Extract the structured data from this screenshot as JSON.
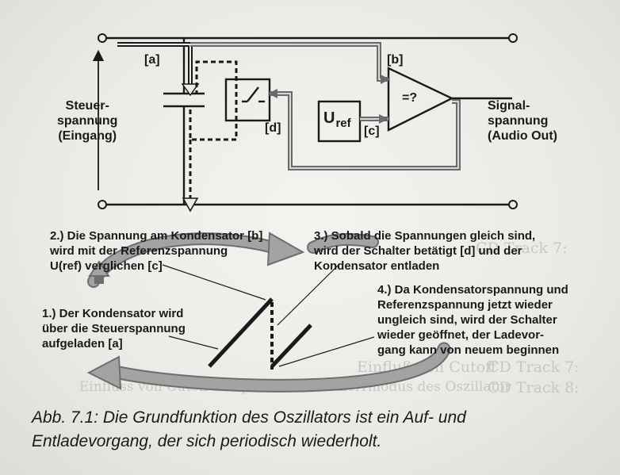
{
  "diagram": {
    "tags": {
      "a": "[a]",
      "b": "[b]",
      "c": "[c]",
      "d": "[d]"
    },
    "input_label": [
      "Steuer-",
      "spannung",
      "(Eingang)"
    ],
    "output_label": [
      "Signal-",
      "spannung",
      "(Audio Out)"
    ],
    "ref_main": "U",
    "ref_sub": "ref",
    "comparator": "=?"
  },
  "steps": {
    "s1": [
      "1.) Der Kondensator wird",
      "über die Steuerspannung",
      "aufgeladen [a]"
    ],
    "s2": [
      "2.) Die Spannung am Kondensator [b]",
      "wird mit der Referenzspannung",
      "U(ref) verglichen [c]"
    ],
    "s3": [
      "3.) Sobald die Spannungen gleich sind,",
      "wird der Schalter betätigt [d] und der",
      "Kondensator entladen"
    ],
    "s4": [
      "4.) Da Kondensatorspannung und",
      "Referenzspannung jetzt wieder",
      "ungleich sind, wird der Schalter",
      "wieder geöffnet, der Ladevor-",
      "gang kann von neuem beginnen"
    ]
  },
  "caption": [
    "Abb. 7.1: Die Grundfunktion des Oszillators ist ein Auf- und",
    "Entladevorgang, der sich periodisch wiederholt."
  ],
  "bleed": [
    "CD Track 7:",
    "CD Track 8:",
    "Einfluß von Cutoff",
    "Einfluss von Cutoff Frequenz auf den Zerrmodus des Oszillator"
  ],
  "colors": {
    "ink": "#1a1a1a",
    "arrow": "#9a9a9a",
    "arrow_edge": "#6e6e6e",
    "paper": "#ecebe8"
  }
}
